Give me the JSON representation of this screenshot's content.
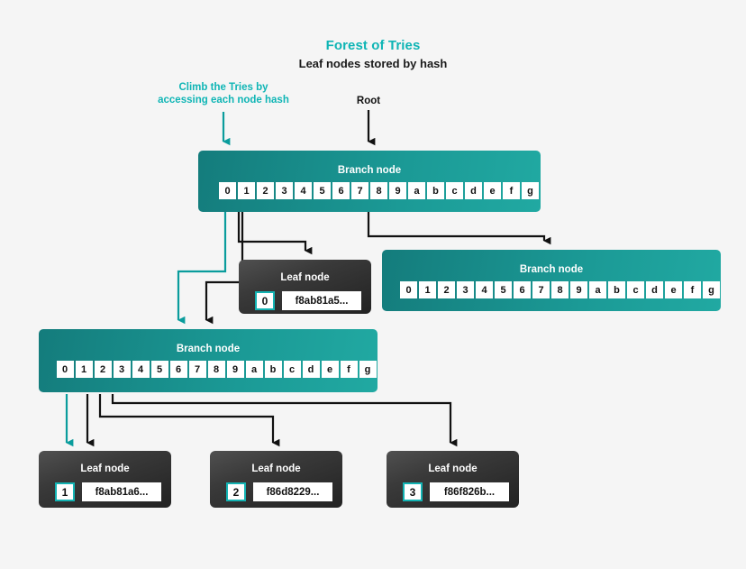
{
  "header": {
    "title": "Forest of Tries",
    "subtitle": "Leaf nodes stored by hash",
    "title_color": "#0fb5b5"
  },
  "annotations": {
    "climb": "Climb the Tries by\naccessing each node hash",
    "root": "Root"
  },
  "labels": {
    "branch_node": "Branch node",
    "leaf_node": "Leaf node"
  },
  "nibbles": [
    "0",
    "1",
    "2",
    "3",
    "4",
    "5",
    "6",
    "7",
    "8",
    "9",
    "a",
    "b",
    "c",
    "d",
    "e",
    "f",
    "g"
  ],
  "branch_nodes": [
    {
      "id": "root-branch",
      "title": "Branch node",
      "cells": [
        "0",
        "1",
        "2",
        "3",
        "4",
        "5",
        "6",
        "7",
        "8",
        "9",
        "a",
        "b",
        "c",
        "d",
        "e",
        "f",
        "g"
      ]
    },
    {
      "id": "right-branch",
      "title": "Branch node",
      "cells": [
        "0",
        "1",
        "2",
        "3",
        "4",
        "5",
        "6",
        "7",
        "8",
        "9",
        "a",
        "b",
        "c",
        "d",
        "e",
        "f",
        "g"
      ]
    },
    {
      "id": "left-branch",
      "title": "Branch node",
      "cells": [
        "0",
        "1",
        "2",
        "3",
        "4",
        "5",
        "6",
        "7",
        "8",
        "9",
        "a",
        "b",
        "c",
        "d",
        "e",
        "f",
        "g"
      ]
    }
  ],
  "leaf_nodes": [
    {
      "id": "leaf-0",
      "title": "Leaf node",
      "index": "0",
      "hash": "f8ab81a5..."
    },
    {
      "id": "leaf-1",
      "title": "Leaf node",
      "index": "1",
      "hash": "f8ab81a6..."
    },
    {
      "id": "leaf-2",
      "title": "Leaf node",
      "index": "2",
      "hash": "f86d8229..."
    },
    {
      "id": "leaf-3",
      "title": "Leaf node",
      "index": "3",
      "hash": "f86f826b..."
    }
  ],
  "colors": {
    "teal_accent": "#0fb5b5",
    "branch_fill_start": "#147c7c",
    "branch_fill_end": "#21a9a2",
    "leaf_fill_start": "#505050",
    "leaf_fill_end": "#222222",
    "wire_dark": "#111111",
    "wire_teal": "#0a9c9c",
    "background": "#f5f5f5"
  }
}
